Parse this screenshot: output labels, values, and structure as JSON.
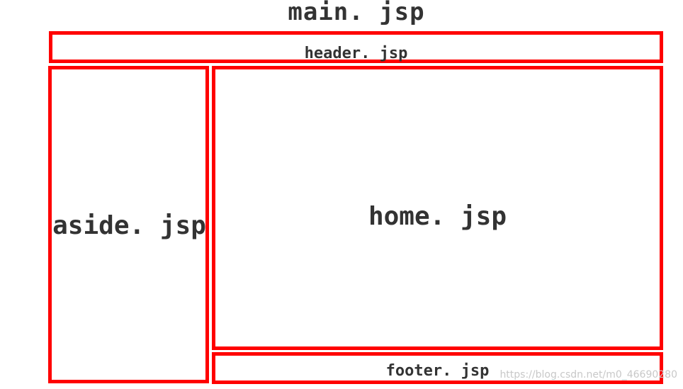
{
  "title": "main. jsp",
  "boxes": {
    "header": "header. jsp",
    "aside": "aside. jsp",
    "home": "home. jsp",
    "footer": "footer. jsp"
  },
  "watermark": "https://blog.csdn.net/m0_46690280",
  "colors": {
    "border": "#ff0000",
    "text": "#333333",
    "watermark": "#c8c8c8"
  }
}
